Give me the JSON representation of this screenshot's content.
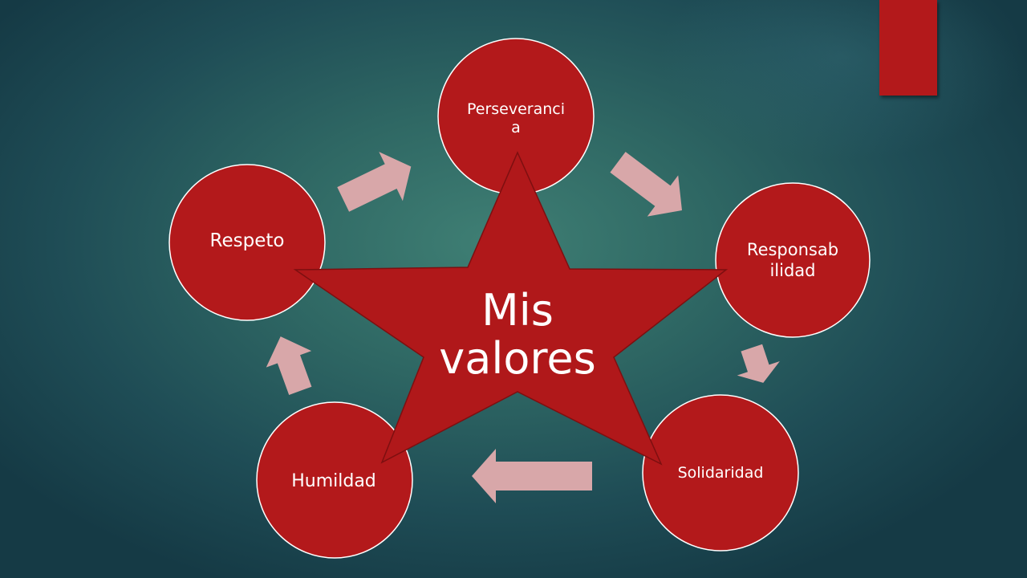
{
  "center": {
    "label": "Mis valores"
  },
  "values": [
    {
      "id": "perseverancia",
      "label": "Perseverancia"
    },
    {
      "id": "responsabilidad",
      "label": "Responsabilidad"
    },
    {
      "id": "solidaridad",
      "label": "Solidaridad"
    },
    {
      "id": "humildad",
      "label": "Humildad"
    },
    {
      "id": "respeto",
      "label": "Respeto"
    }
  ],
  "colors": {
    "node_fill": "#b3191b",
    "node_outline": "#ffffff",
    "star_fill": "#b0181a",
    "arrow_fill": "#d8a7a9",
    "background": "#2f6864",
    "text": "#ffffff"
  }
}
